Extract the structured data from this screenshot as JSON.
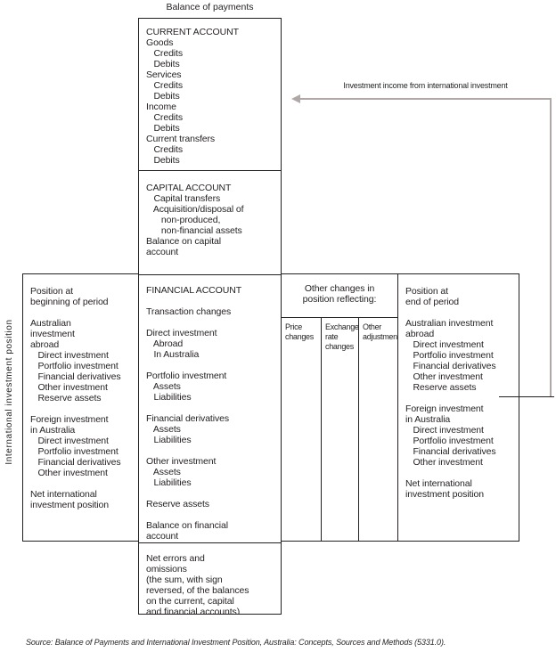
{
  "title": "Balance of payments",
  "side_label": "International investment position",
  "arrow_label": "Investment income from international investment",
  "bop_column": {
    "current_account": {
      "lines": [
        "CURRENT ACCOUNT",
        "Goods",
        "   Credits",
        "   Debits",
        "Services",
        "   Credits",
        "   Debits",
        "Income",
        "   Credits",
        "   Debits",
        "Current transfers",
        "   Credits",
        "   Debits"
      ]
    },
    "capital_account": {
      "lines": [
        "CAPITAL ACCOUNT",
        "   Capital transfers",
        "   Acquisition/disposal of",
        "      non-produced,",
        "      non-financial assets",
        "Balance on capital",
        "account"
      ]
    },
    "financial_account": {
      "lines": [
        "FINANCIAL ACCOUNT",
        "",
        "Transaction changes",
        "",
        "Direct investment",
        "   Abroad",
        "   In Australia",
        "",
        "Portfolio investment",
        "   Assets",
        "   Liabilities",
        "",
        "Financial derivatives",
        "   Assets",
        "   Liabilities",
        "",
        "Other investment",
        "   Assets",
        "   Liabilities",
        "",
        "Reserve assets",
        "",
        "Balance on financial",
        "account"
      ]
    },
    "net_errors": {
      "lines": [
        "Net errors and",
        "omissions",
        "(the sum, with sign",
        "reversed, of the balances",
        "on the current, capital",
        "and financial accounts)"
      ]
    }
  },
  "left_box": {
    "lines": [
      "Position at",
      "beginning of period",
      "",
      "Australian",
      "investment",
      "abroad",
      "   Direct investment",
      "   Portfolio investment",
      "   Financial derivatives",
      "   Other investment",
      "   Reserve assets",
      "",
      "Foreign investment",
      "in Australia",
      "   Direct investment",
      "   Portfolio investment",
      "   Financial derivatives",
      "   Other investment",
      "",
      "Net international",
      "investment position"
    ]
  },
  "other_changes": {
    "header_lines": [
      "Other changes in",
      "position reflecting:"
    ],
    "columns": [
      {
        "lines": [
          "Price",
          "changes"
        ]
      },
      {
        "lines": [
          "Exchange",
          "rate",
          "changes"
        ]
      },
      {
        "lines": [
          "Other",
          "adjustments"
        ]
      }
    ]
  },
  "right_box": {
    "lines": [
      "Position at",
      "end of period",
      "",
      "Australian investment",
      "abroad",
      "   Direct investment",
      "   Portfolio investment",
      "   Financial derivatives",
      "   Other investment",
      "   Reserve assets",
      "",
      "Foreign investment",
      "in Australia",
      "   Direct investment",
      "   Portfolio investment",
      "   Financial derivatives",
      "   Other investment",
      "",
      "Net international",
      "investment position"
    ]
  },
  "source": "Source: Balance of Payments and International Investment Position, Australia: Concepts, Sources and Methods (5331.0)."
}
